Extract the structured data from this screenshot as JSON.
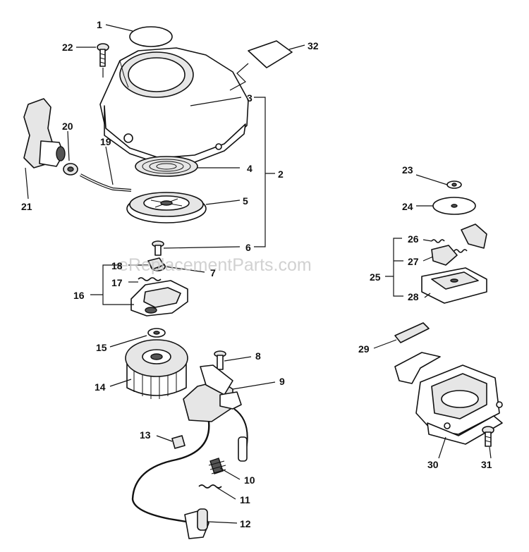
{
  "watermark": "eReplacementParts.com",
  "callouts": {
    "c1": "1",
    "c2": "2",
    "c3": "3",
    "c4": "4",
    "c5": "5",
    "c6": "6",
    "c7": "7",
    "c8": "8",
    "c9": "9",
    "c10": "10",
    "c11": "11",
    "c12": "12",
    "c13": "13",
    "c14": "14",
    "c15": "15",
    "c16": "16",
    "c17": "17",
    "c18": "18",
    "c19": "19",
    "c20": "20",
    "c21": "21",
    "c22": "22",
    "c23": "23",
    "c24": "24",
    "c25": "25",
    "c26": "26",
    "c27": "27",
    "c28": "28",
    "c29": "29",
    "c30": "30",
    "c31": "31",
    "c32": "32"
  }
}
